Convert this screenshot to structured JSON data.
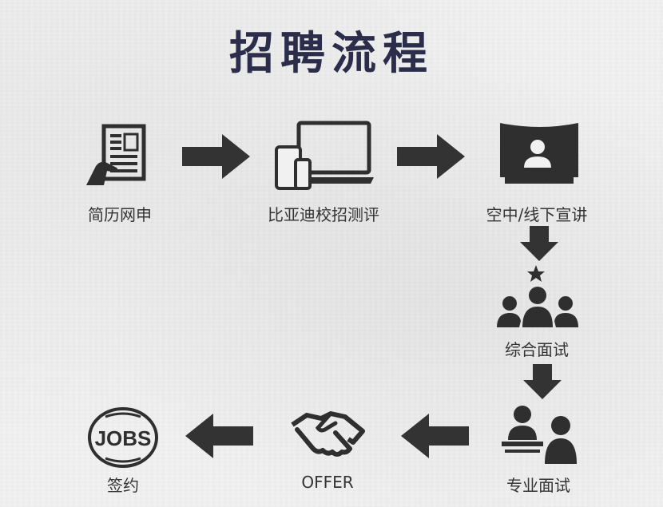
{
  "title": "招聘流程",
  "steps": [
    {
      "label": "简历网申",
      "icon": "resume-hand-icon"
    },
    {
      "label": "比亚迪校招测评",
      "icon": "devices-icon"
    },
    {
      "label": "空中/线下宣讲",
      "icon": "presentation-screen-icon"
    },
    {
      "label": "综合面试",
      "icon": "group-interview-icon"
    },
    {
      "label": "专业面试",
      "icon": "professional-interview-icon"
    },
    {
      "label": "OFFER",
      "icon": "handshake-icon"
    },
    {
      "label": "签约",
      "icon": "jobs-stamp-icon",
      "stamp_text": "JOBS"
    }
  ],
  "colors": {
    "icon": "#2f2f2f",
    "title": "#2b2d4a",
    "background": "#f1f1f1"
  }
}
